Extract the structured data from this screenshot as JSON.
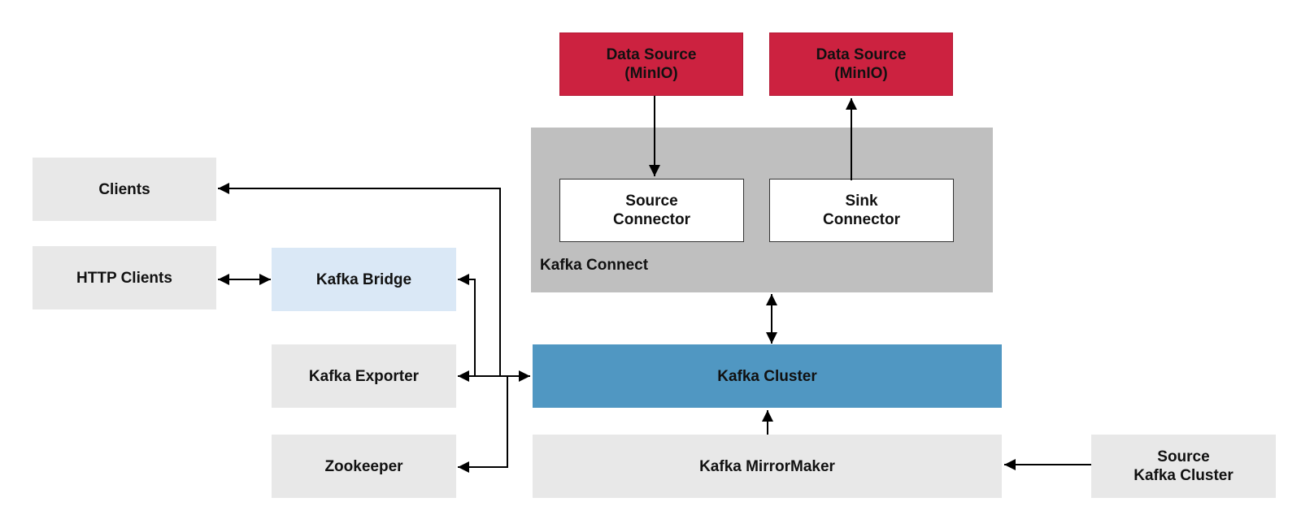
{
  "nodes": {
    "clients": "Clients",
    "http_clients": "HTTP Clients",
    "kafka_bridge": "Kafka Bridge",
    "kafka_exporter": "Kafka Exporter",
    "zookeeper": "Zookeeper",
    "kafka_cluster": "Kafka Cluster",
    "kafka_mirrormaker": "Kafka MirrorMaker",
    "source_kafka_cluster": "Source\nKafka Cluster",
    "source_connector": "Source\nConnector",
    "sink_connector": "Sink\nConnector",
    "data_source_left": "Data Source\n(MinIO)",
    "data_source_right": "Data Source\n(MinIO)"
  },
  "groups": {
    "kafka_connect": "Kafka Connect"
  },
  "colors": {
    "data_source": "#cc2240",
    "kafka_cluster": "#5097c2",
    "kafka_bridge": "#dae8f6",
    "kafka_connect": "#bfbfbf",
    "neutral_box": "#e8e8e8"
  }
}
